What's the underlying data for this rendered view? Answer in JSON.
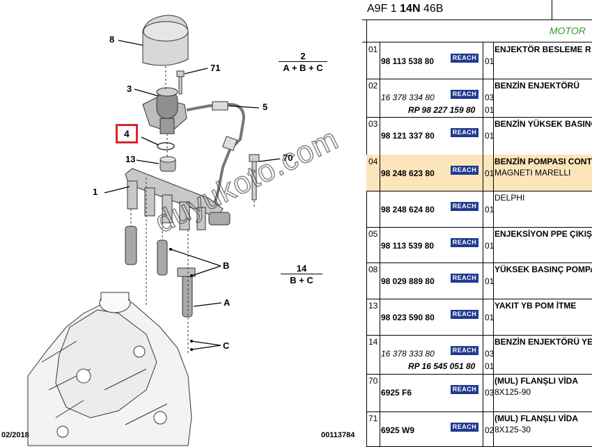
{
  "diagram": {
    "callouts": [
      "8",
      "71",
      "3",
      "5",
      "4",
      "13",
      "70",
      "1",
      "B",
      "A",
      "C"
    ],
    "fractions": [
      {
        "top": "2",
        "bottom": "A + B + C"
      },
      {
        "top": "14",
        "bottom": "B + C"
      }
    ],
    "highlighted_callout": "4",
    "date": "02/2018",
    "image_id": "00113784",
    "watermark": "duyukoto.com"
  },
  "table": {
    "header": {
      "prefix": "A9F 1",
      "bold": "14N",
      "suffix": "46B"
    },
    "section": "MOTOR",
    "reach_label": "REACH",
    "rows": [
      {
        "pos": "01",
        "parts": [
          {
            "pn": "98 113 538 80",
            "qty": "01"
          }
        ],
        "desc": [
          "ENJEKTÖR BESLEME R"
        ]
      },
      {
        "pos": "02",
        "parts": [
          {
            "pn": "16 378 334 80",
            "qty": "03",
            "old": true
          },
          {
            "pn": "RP 98 227 159 80",
            "qty": "01",
            "rp": true
          }
        ],
        "desc": [
          "BENZİN ENJEKTÖRÜ"
        ]
      },
      {
        "pos": "03",
        "parts": [
          {
            "pn": "98 121 337 80",
            "qty": "01"
          }
        ],
        "desc": [
          "BENZİN YÜKSEK BASINC"
        ]
      },
      {
        "pos": "04",
        "parts": [
          {
            "pn": "98 248 623 80",
            "qty": "01"
          }
        ],
        "desc": [
          "BENZİN POMPASI CONT",
          "MAGNETI MARELLI"
        ]
      },
      {
        "pos": "",
        "parts": [
          {
            "pn": "98 248 624 80",
            "qty": "01"
          }
        ],
        "desc": [
          "DELPHI"
        ]
      },
      {
        "pos": "05",
        "parts": [
          {
            "pn": "98 113 539 80",
            "qty": "01"
          }
        ],
        "desc": [
          "ENJEKSİYON PPE ÇIKIŞ"
        ]
      },
      {
        "pos": "08",
        "parts": [
          {
            "pn": "98 029 889 80",
            "qty": "01"
          }
        ],
        "desc": [
          "YÜKSEK BASINÇ POMPA"
        ]
      },
      {
        "pos": "13",
        "parts": [
          {
            "pn": "98 023 590 80",
            "qty": "01"
          }
        ],
        "desc": [
          "YAKIT YB POM İTME"
        ]
      },
      {
        "pos": "14",
        "parts": [
          {
            "pn": "16 378 333 80",
            "qty": "03",
            "old": true
          },
          {
            "pn": "RP 16 545 051 80",
            "qty": "01",
            "rp": true
          }
        ],
        "desc": [
          "BENZİN ENJEKTÖRÜ YE"
        ]
      },
      {
        "pos": "70",
        "parts": [
          {
            "pn": "6925 F6",
            "qty": "03"
          }
        ],
        "desc": [
          "(MUL) FLANŞLI VİDA",
          "8X125-90"
        ]
      },
      {
        "pos": "71",
        "parts": [
          {
            "pn": "6925 W9",
            "qty": "02"
          }
        ],
        "desc": [
          "(MUL) FLANŞLI VİDA",
          "8X125-30"
        ]
      }
    ]
  }
}
